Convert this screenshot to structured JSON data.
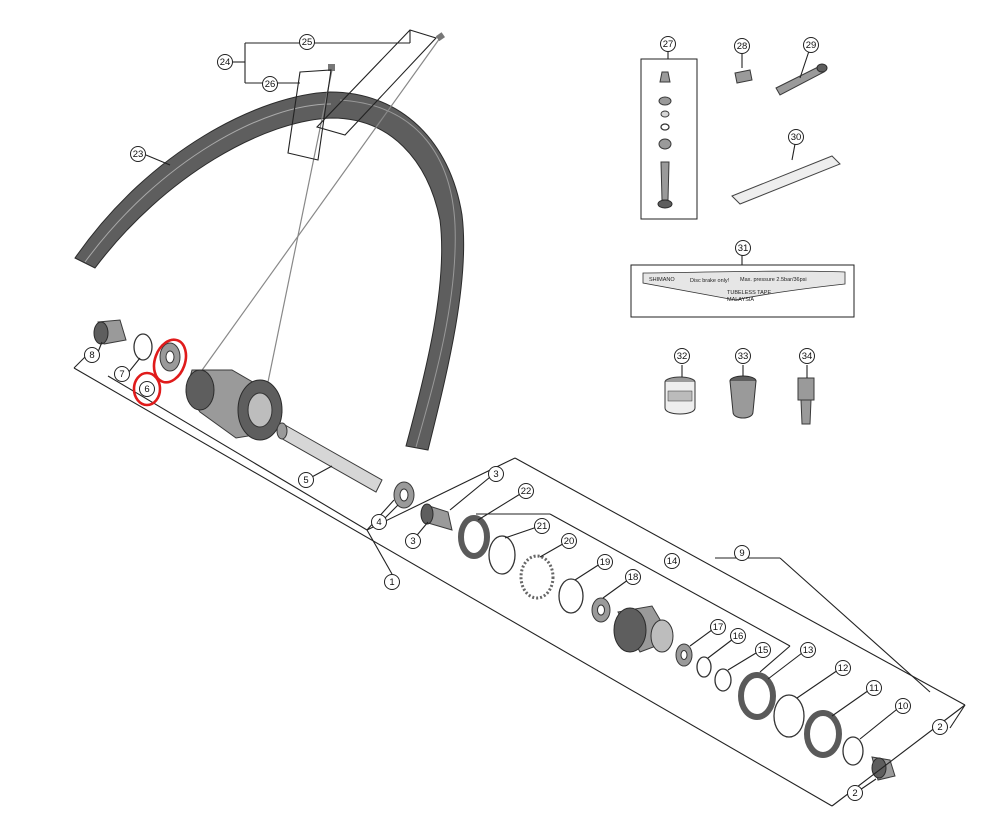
{
  "diagram": {
    "title": "",
    "callouts": [
      "1",
      "2",
      "3",
      "4",
      "5",
      "6",
      "7",
      "8",
      "9",
      "10",
      "11",
      "12",
      "13",
      "14",
      "15",
      "16",
      "17",
      "18",
      "19",
      "20",
      "21",
      "22",
      "23",
      "24",
      "25",
      "26",
      "27",
      "28",
      "29",
      "30",
      "31",
      "32",
      "33",
      "34"
    ],
    "highlighted_callouts": [
      "6"
    ],
    "highlight_color": "#e01b1b",
    "rim_tape_text": [
      "SHIMANO",
      "Disc brake only!",
      "Max. pressure 2.5bar/36psi",
      "TUBELESS TAPE",
      "MALAYSIA"
    ]
  }
}
